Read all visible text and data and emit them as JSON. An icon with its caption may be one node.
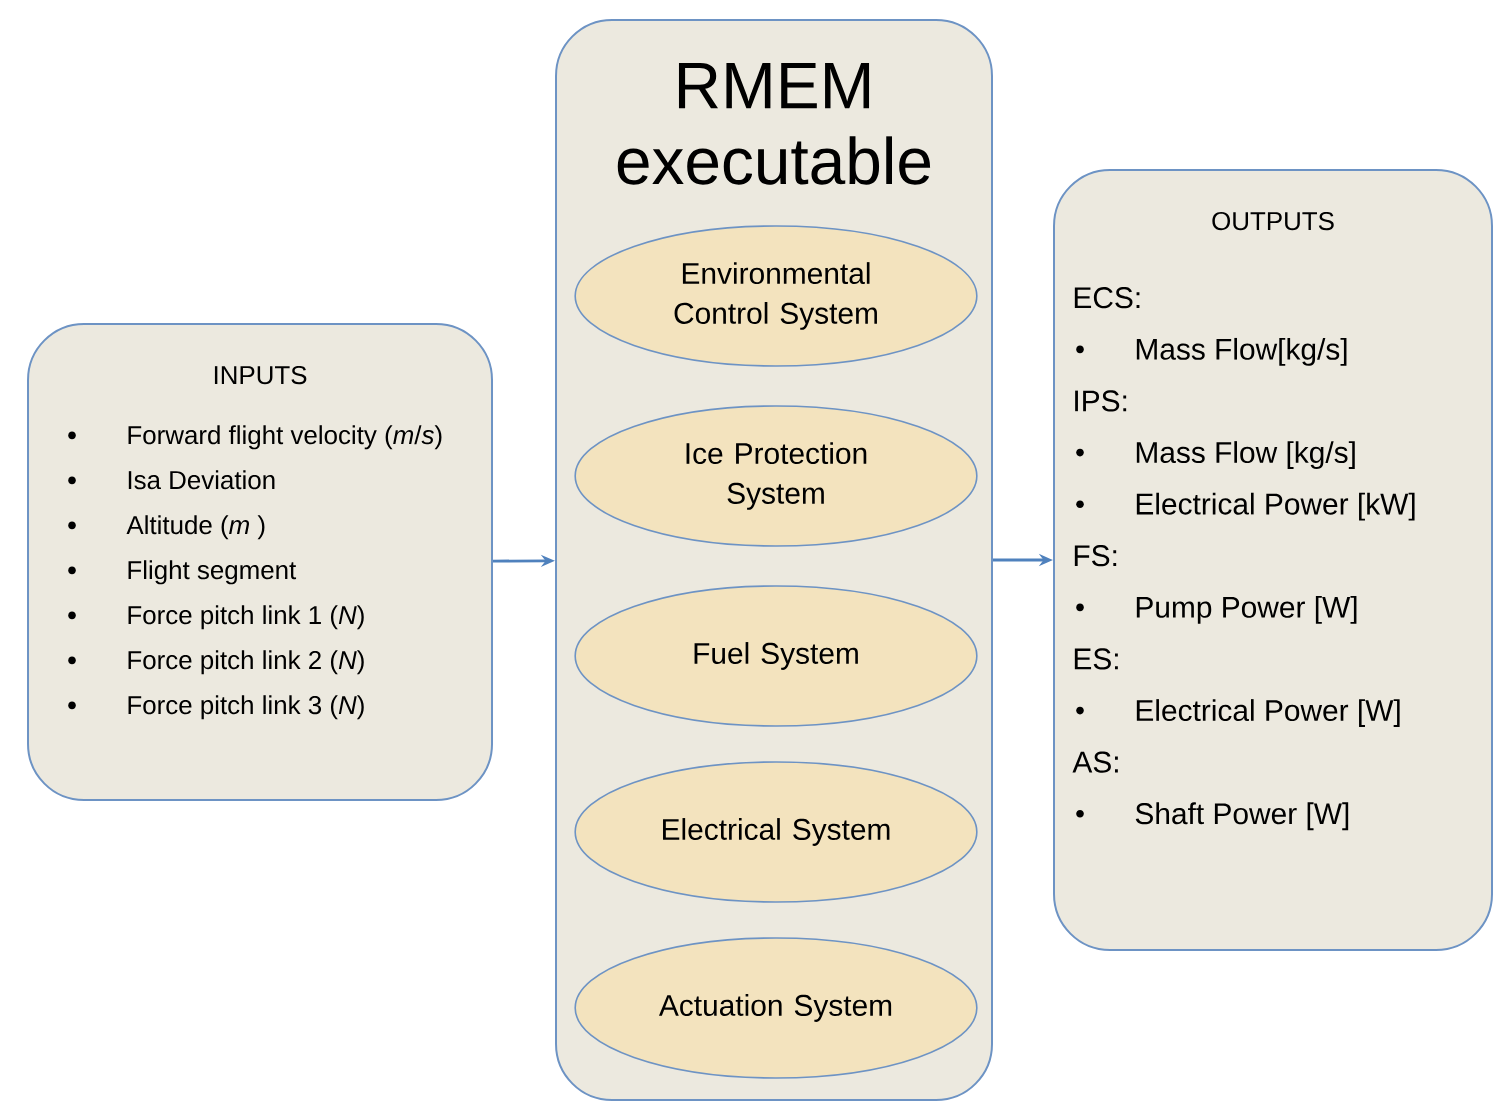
{
  "diagram": {
    "nodes": [
      {
        "text": [
          "INPUTS",
          "Forward flight velocity (*m*/*s*)",
          "Isa Deviation",
          "Altitude (*m* )",
          "Flight segment",
          "Force pitch link 1 (*N*)",
          "Force pitch link 2 (*N*)",
          "Force pitch link 3 (*N*)"
        ]
      },
      {
        "text": [
          "RMEM executable"
        ]
      },
      {
        "text": [
          "Environmental Control System"
        ],
        "in": 1
      },
      {
        "text": [
          "Ice Protection System"
        ],
        "in": 1
      },
      {
        "text": [
          "Fuel System"
        ],
        "in": 1
      },
      {
        "text": [
          "Electrical System"
        ],
        "in": 1
      },
      {
        "text": [
          "Actuation System"
        ],
        "in": 1
      },
      {
        "text": [
          "OUTPUTS",
          "ECS:",
          "Mass Flow[kg/s]",
          "IPS:",
          "Mass Flow [kg/s]",
          "Electrical Power  [kW]",
          "FS:",
          "Pump Power [W]",
          "ES:",
          "Electrical Power [W]",
          "AS:",
          "Shaft Power [W]"
        ]
      }
    ],
    "edges": [
      {
        "from": 0,
        "to": 1,
        "arrow": "to"
      },
      {
        "from": 1,
        "to": 7,
        "arrow": "to"
      }
    ]
  }
}
